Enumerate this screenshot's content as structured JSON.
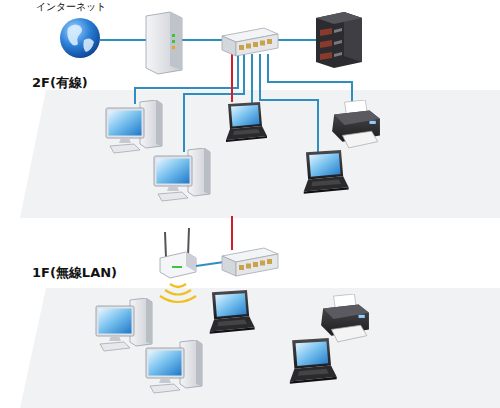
{
  "diagram": {
    "nodes": [
      {
        "text": [
          "インターネット"
        ]
      },
      {
        "text": [
          "2F(有線)"
        ]
      },
      {
        "text": [
          "1F(無線LAN)"
        ]
      }
    ]
  }
}
